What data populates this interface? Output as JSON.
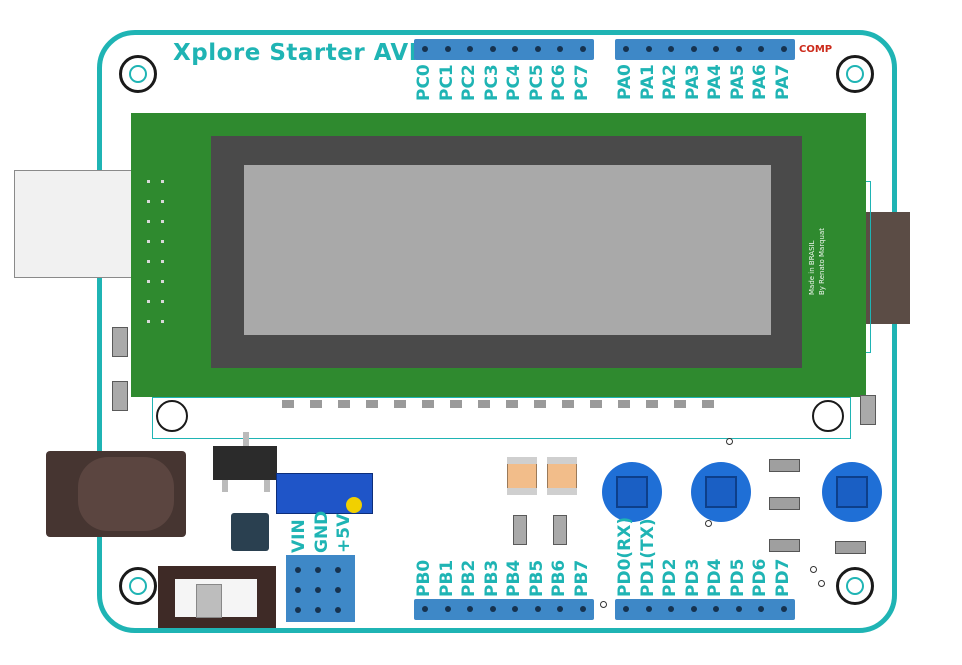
{
  "board": {
    "title": "Xplore Starter AVR"
  },
  "colors": {
    "silkscreen": "#1fb4b4",
    "header_blue": "#3e88c7",
    "lcd_pcb": "#2f8a2f",
    "button_blue": "#1f6fd6"
  },
  "headers": {
    "port_c": [
      "PC0",
      "PC1",
      "PC2",
      "PC3",
      "PC4",
      "PC5",
      "PC6",
      "PC7"
    ],
    "port_a": [
      "PA0",
      "PA1",
      "PA2",
      "PA3",
      "PA4",
      "PA5",
      "PA6",
      "PA7"
    ],
    "port_b": [
      "PB0",
      "PB1",
      "PB2",
      "PB3",
      "PB4",
      "PB5",
      "PB6",
      "PB7"
    ],
    "port_d": [
      "PD0(RX)",
      "PD1(TX)",
      "PD2",
      "PD3",
      "PD4",
      "PD5",
      "PD6",
      "PD7"
    ],
    "power": [
      "VIN",
      "GND",
      "+5V"
    ]
  },
  "lcd": {
    "credit_line1": "Made in BRASIL",
    "credit_line2": "By Renato Marquat"
  },
  "misc": {
    "comp_label": "COMP"
  }
}
